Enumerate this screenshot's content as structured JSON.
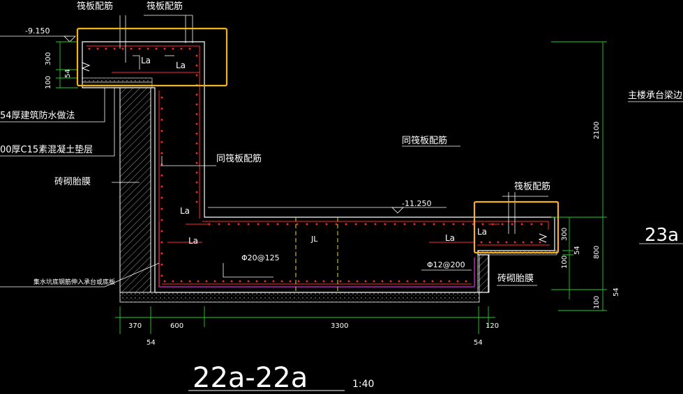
{
  "colors": {
    "background": "#000000",
    "outline": "#ffffff",
    "rebar": "#ff2a2a",
    "inner_rebar": "#d82fd8",
    "dimension": "#1fd21f",
    "highlight": "#f5b21d",
    "centerline": "#e8e020",
    "hatch": "#9a9a9a"
  },
  "labels": {
    "top_rebar_1": "筏板配筋",
    "top_rebar_2": "筏板配筋",
    "elev_top": "-9.150",
    "waterproof": "54厚建筑防水做法",
    "cushion": "00厚C15素混凝土垫层",
    "brick_left": "砖砌胎膜",
    "same_raft_1": "同筏板配筋",
    "same_raft_2": "同筏板配筋",
    "main_building": "主楼承台梁边",
    "right_rebar": "筏板配筋",
    "elev_bottom": "-11.250",
    "brick_right": "砖砌胎膜",
    "jl": "JL",
    "la_1": "La",
    "la_2": "La",
    "la_3": "La",
    "la_4": "La",
    "la_5": "La",
    "la_6": "La",
    "rebar_spec_1": "Φ20@125",
    "rebar_spec_2": "Φ12@200",
    "note": "集水坑底钢筋伸入承台或底板",
    "section_title": "22a-22a",
    "scale": "1:40",
    "ref": "23a"
  },
  "dims": {
    "d300_left": "300",
    "d54_left": "54",
    "d100_left": "100",
    "d2100": "2100",
    "d300_right": "300",
    "d54_right": "54",
    "d100_right": "100",
    "d800": "800",
    "d54_far": "54",
    "d100_far": "100",
    "d370": "370",
    "d600": "600",
    "d3300": "3300",
    "d120": "120",
    "d54_bottom_l": "54",
    "d54_bottom_r": "54"
  }
}
